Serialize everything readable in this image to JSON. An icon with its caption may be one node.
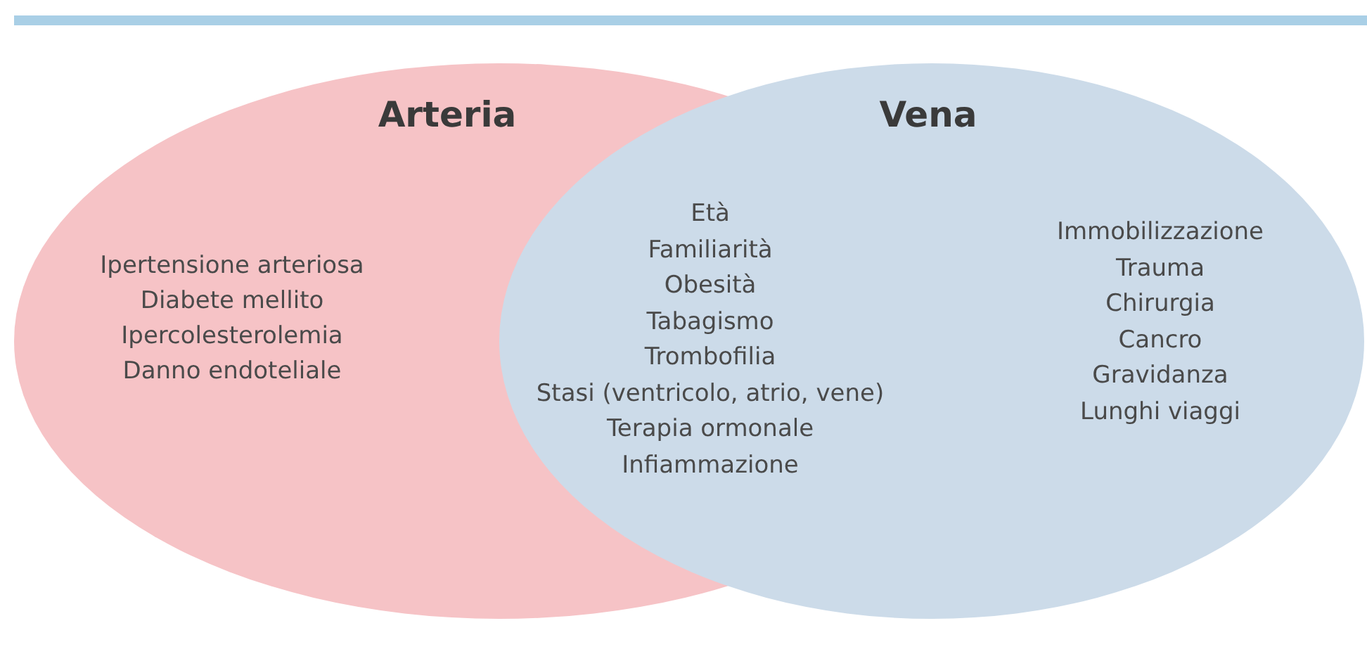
{
  "diagram": {
    "nodes": [
      {
        "text": [
          "Arteria",
          "Ipertensione arteriosa",
          "Diabete mellito",
          "Ipercolesterolemia",
          "Danno endoteliale"
        ]
      },
      {
        "text": [
          "Vena",
          "Immobilizzazione",
          "Trauma",
          "Chirurgia",
          "Cancro",
          "Gravidanza",
          "Lunghi viaggi"
        ]
      }
    ],
    "labels": [
      "Età",
      "Familiarità",
      "Obesità",
      "Tabagismo",
      "Trombofilia",
      "Stasi (ventricolo, atrio, vene)",
      "Terapia ormonale",
      "Infiammazione"
    ]
  }
}
